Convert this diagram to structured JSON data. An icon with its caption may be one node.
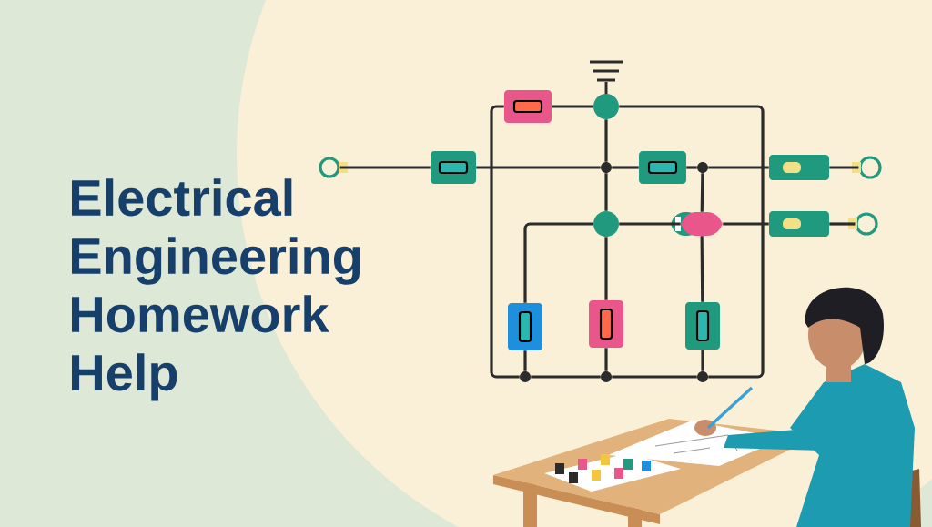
{
  "diagram": {
    "title": "Electrical Engineering Homework Help",
    "nodes": [
      {
        "text": [],
        "shape": "box"
      },
      {
        "text": [],
        "shape": "circle"
      },
      {
        "text": [],
        "shape": "circle"
      },
      {
        "text": [],
        "shape": "box"
      },
      {
        "text": [],
        "shape": "circle"
      },
      {
        "text": [],
        "shape": "box"
      },
      {
        "text": [],
        "shape": "circle"
      },
      {
        "text": [],
        "shape": "box"
      },
      {
        "text": [],
        "shape": "circle"
      },
      {
        "text": [],
        "shape": "circle"
      },
      {
        "text": [],
        "shape": "box"
      },
      {
        "text": [],
        "shape": "box"
      },
      {
        "text": [],
        "shape": "circle"
      },
      {
        "text": [],
        "shape": "box"
      },
      {
        "text": [],
        "shape": "box"
      },
      {
        "text": [],
        "shape": "box"
      },
      {
        "text": [],
        "shape": "circle"
      },
      {
        "text": [],
        "shape": "circle"
      },
      {
        "text": [],
        "shape": "circle"
      }
    ],
    "edges": [
      {
        "from": 0,
        "to": 1,
        "arrow": "none"
      },
      {
        "from": 0,
        "to": 16,
        "arrow": "none"
      },
      {
        "from": 1,
        "to": 18,
        "arrow": "none"
      },
      {
        "from": 1,
        "to": 4,
        "arrow": "none"
      },
      {
        "from": 4,
        "to": 9,
        "arrow": "none"
      },
      {
        "from": 9,
        "to": 14,
        "arrow": "none"
      },
      {
        "from": 14,
        "to": 17,
        "arrow": "none"
      },
      {
        "from": 2,
        "to": 3,
        "arrow": "none"
      },
      {
        "from": 3,
        "to": 4,
        "arrow": "none"
      },
      {
        "from": 4,
        "to": 5,
        "arrow": "none"
      },
      {
        "from": 5,
        "to": 6,
        "arrow": "none"
      },
      {
        "from": 6,
        "to": 7,
        "arrow": "none"
      },
      {
        "from": 7,
        "to": 8,
        "arrow": "none"
      },
      {
        "from": 6,
        "to": 10,
        "arrow": "none"
      },
      {
        "from": 10,
        "to": 15,
        "arrow": "none"
      },
      {
        "from": 15,
        "to": 18,
        "arrow": "none"
      },
      {
        "from": 9,
        "to": 10,
        "arrow": "none"
      },
      {
        "from": 10,
        "to": 11,
        "arrow": "none"
      },
      {
        "from": 11,
        "to": 12,
        "arrow": "none"
      },
      {
        "from": 9,
        "to": 13,
        "arrow": "none"
      },
      {
        "from": 13,
        "to": 16,
        "arrow": "none"
      },
      {
        "from": 16,
        "to": 17,
        "arrow": "none"
      },
      {
        "from": 17,
        "to": 18,
        "arrow": "none"
      }
    ]
  }
}
